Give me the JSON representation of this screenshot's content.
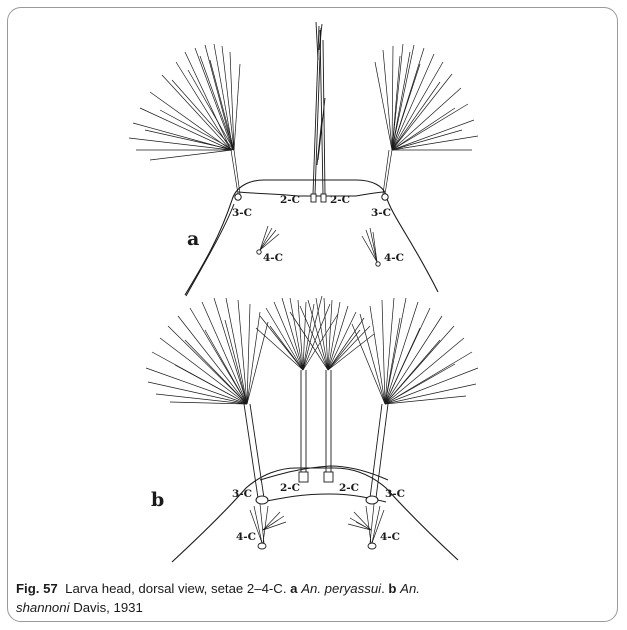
{
  "figure": {
    "fig_label": "Fig. 57",
    "caption_text": "Larva head, dorsal view, setae 2–4-C.",
    "part_a_label": "a",
    "part_a_species": "An. peryassui",
    "part_b_label": "b",
    "part_b_species": "An.",
    "part_b_species_line2": "shannoni",
    "part_b_author": "Davis, 1931"
  },
  "panel_a": {
    "panel_label": "a",
    "seta_labels": {
      "s2c_left": "2-C",
      "s2c_right": "2-C",
      "s3c_left": "3-C",
      "s3c_right": "3-C",
      "s4c_left": "4-C",
      "s4c_right": "4-C"
    }
  },
  "panel_b": {
    "panel_label": "b",
    "seta_labels": {
      "s2c_left": "2-C",
      "s2c_right": "2-C",
      "s3c_left": "3-C",
      "s3c_right": "3-C",
      "s4c_left": "4-C",
      "s4c_right": "4-C"
    }
  },
  "colors": {
    "ink": "#1a1a1a",
    "border": "#9a9a9a"
  }
}
